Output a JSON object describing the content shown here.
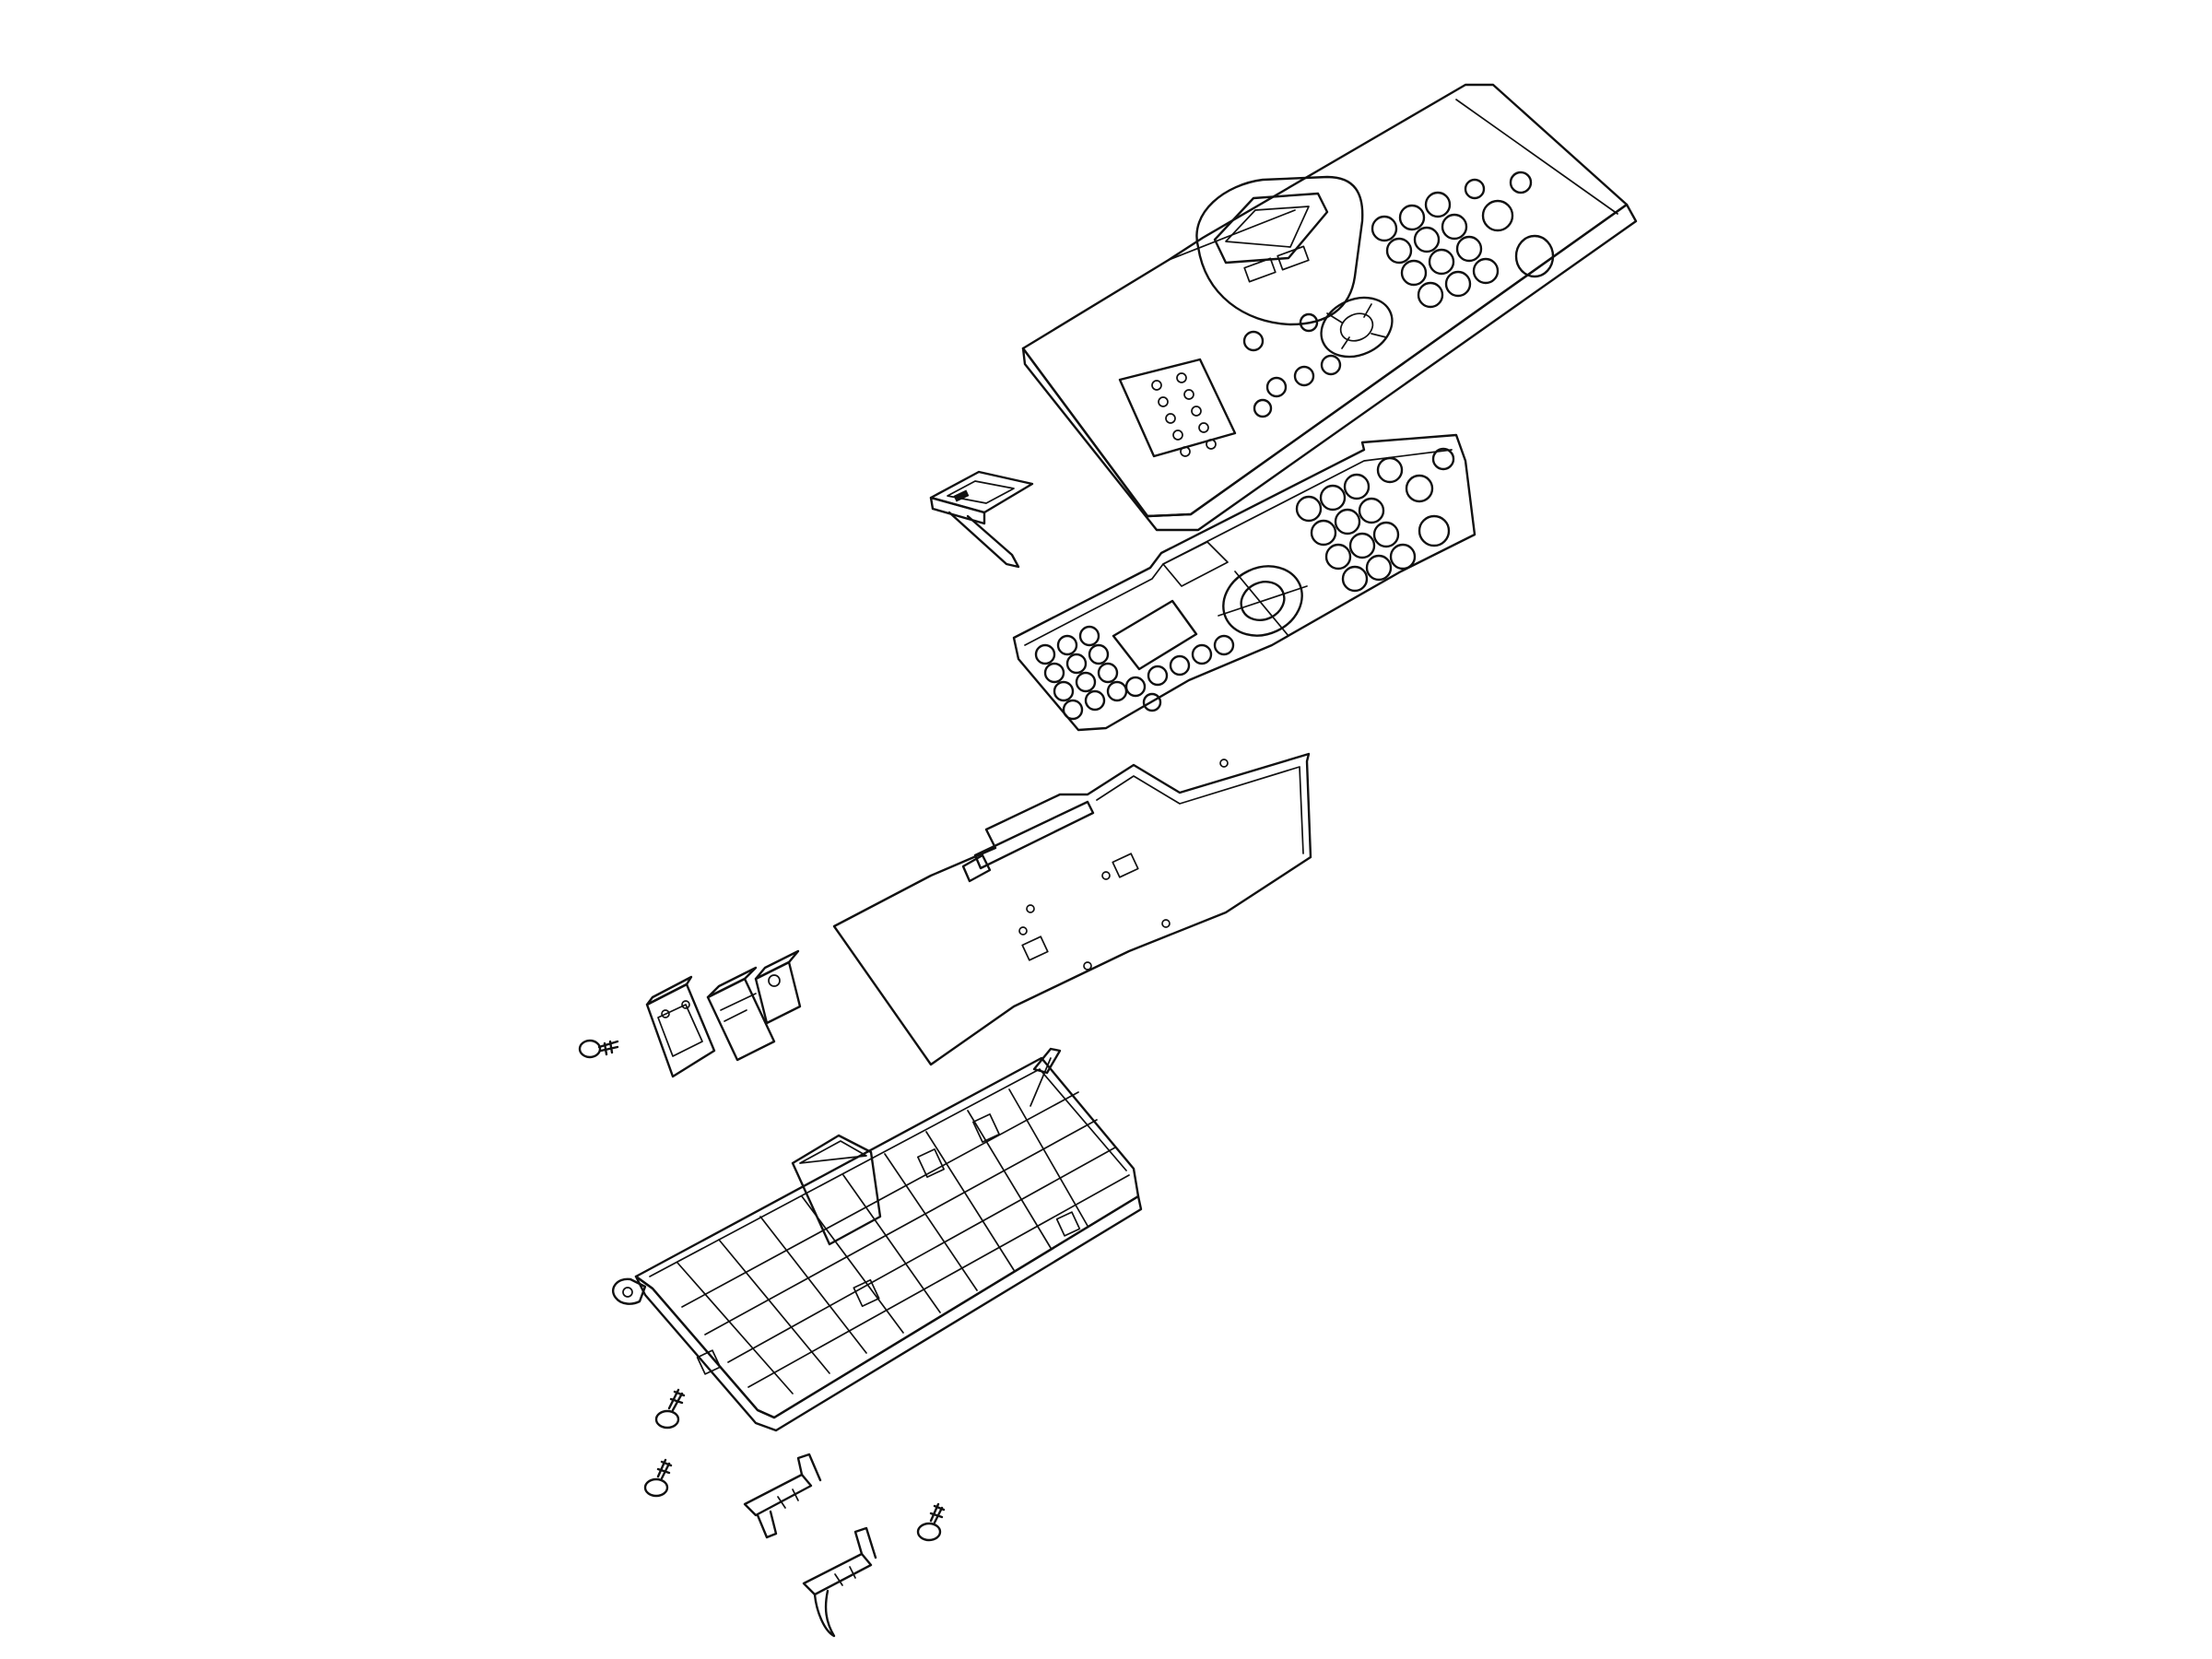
{
  "diagram": {
    "type": "exploded-parts-view",
    "line_color": "#111111",
    "background": "#ffffff",
    "parts": [
      "control-panel-cover",
      "lcd-module",
      "rubber-keypad",
      "panel-circuit-board",
      "bracket-plate",
      "bracket-block-left",
      "bracket-block-right",
      "screw",
      "panel-base-frame",
      "lever-arm"
    ]
  }
}
